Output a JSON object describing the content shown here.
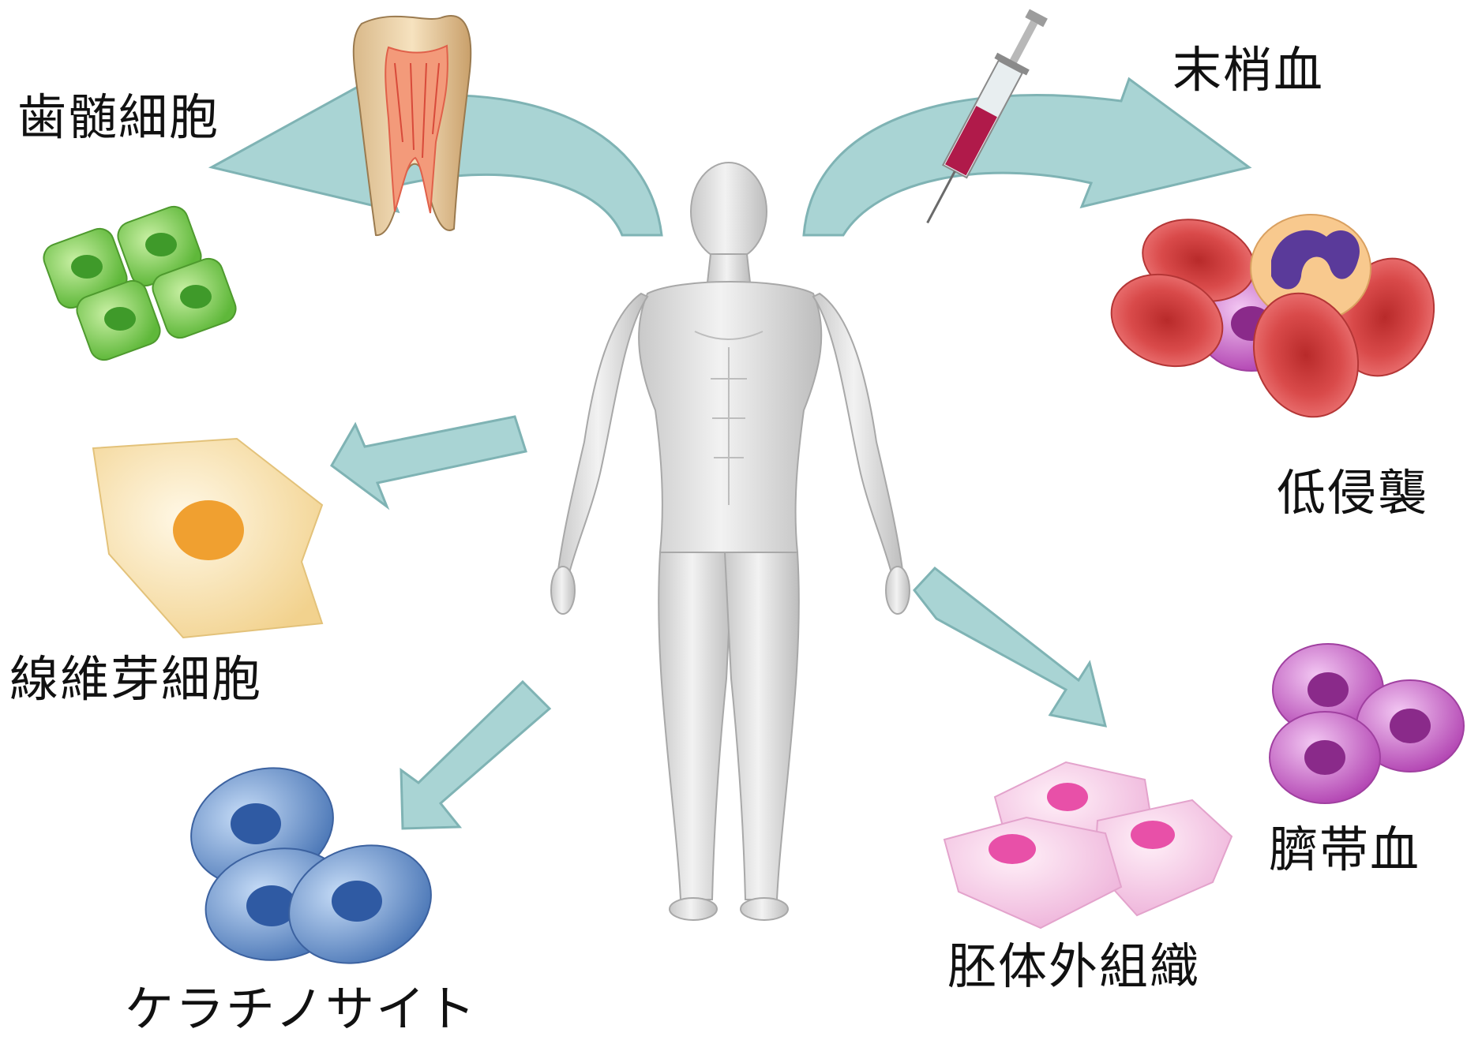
{
  "labels": {
    "dental_pulp": "歯髄細胞",
    "peripheral_blood": "末梢血",
    "minimally_invasive": "低侵襲",
    "fibroblast": "線維芽細胞",
    "umbilical_cord_blood": "臍帯血",
    "keratinocyte": "ケラチノサイト",
    "extraembryonic_tissue": "胚体外組織"
  },
  "colors": {
    "arrow_fill": "#a9d4d4",
    "arrow_stroke": "#7fb3b4",
    "dental_cell": "#6cc24a",
    "fibroblast_cell": "#f4d79b",
    "fibroblast_nucleus": "#f0a030",
    "keratinocyte_cell": "#5b86c6",
    "red_blood_cell": "#d94a4a",
    "cord_blood_cell": "#c058c0",
    "extraembryonic_cell": "#f2bde0"
  }
}
